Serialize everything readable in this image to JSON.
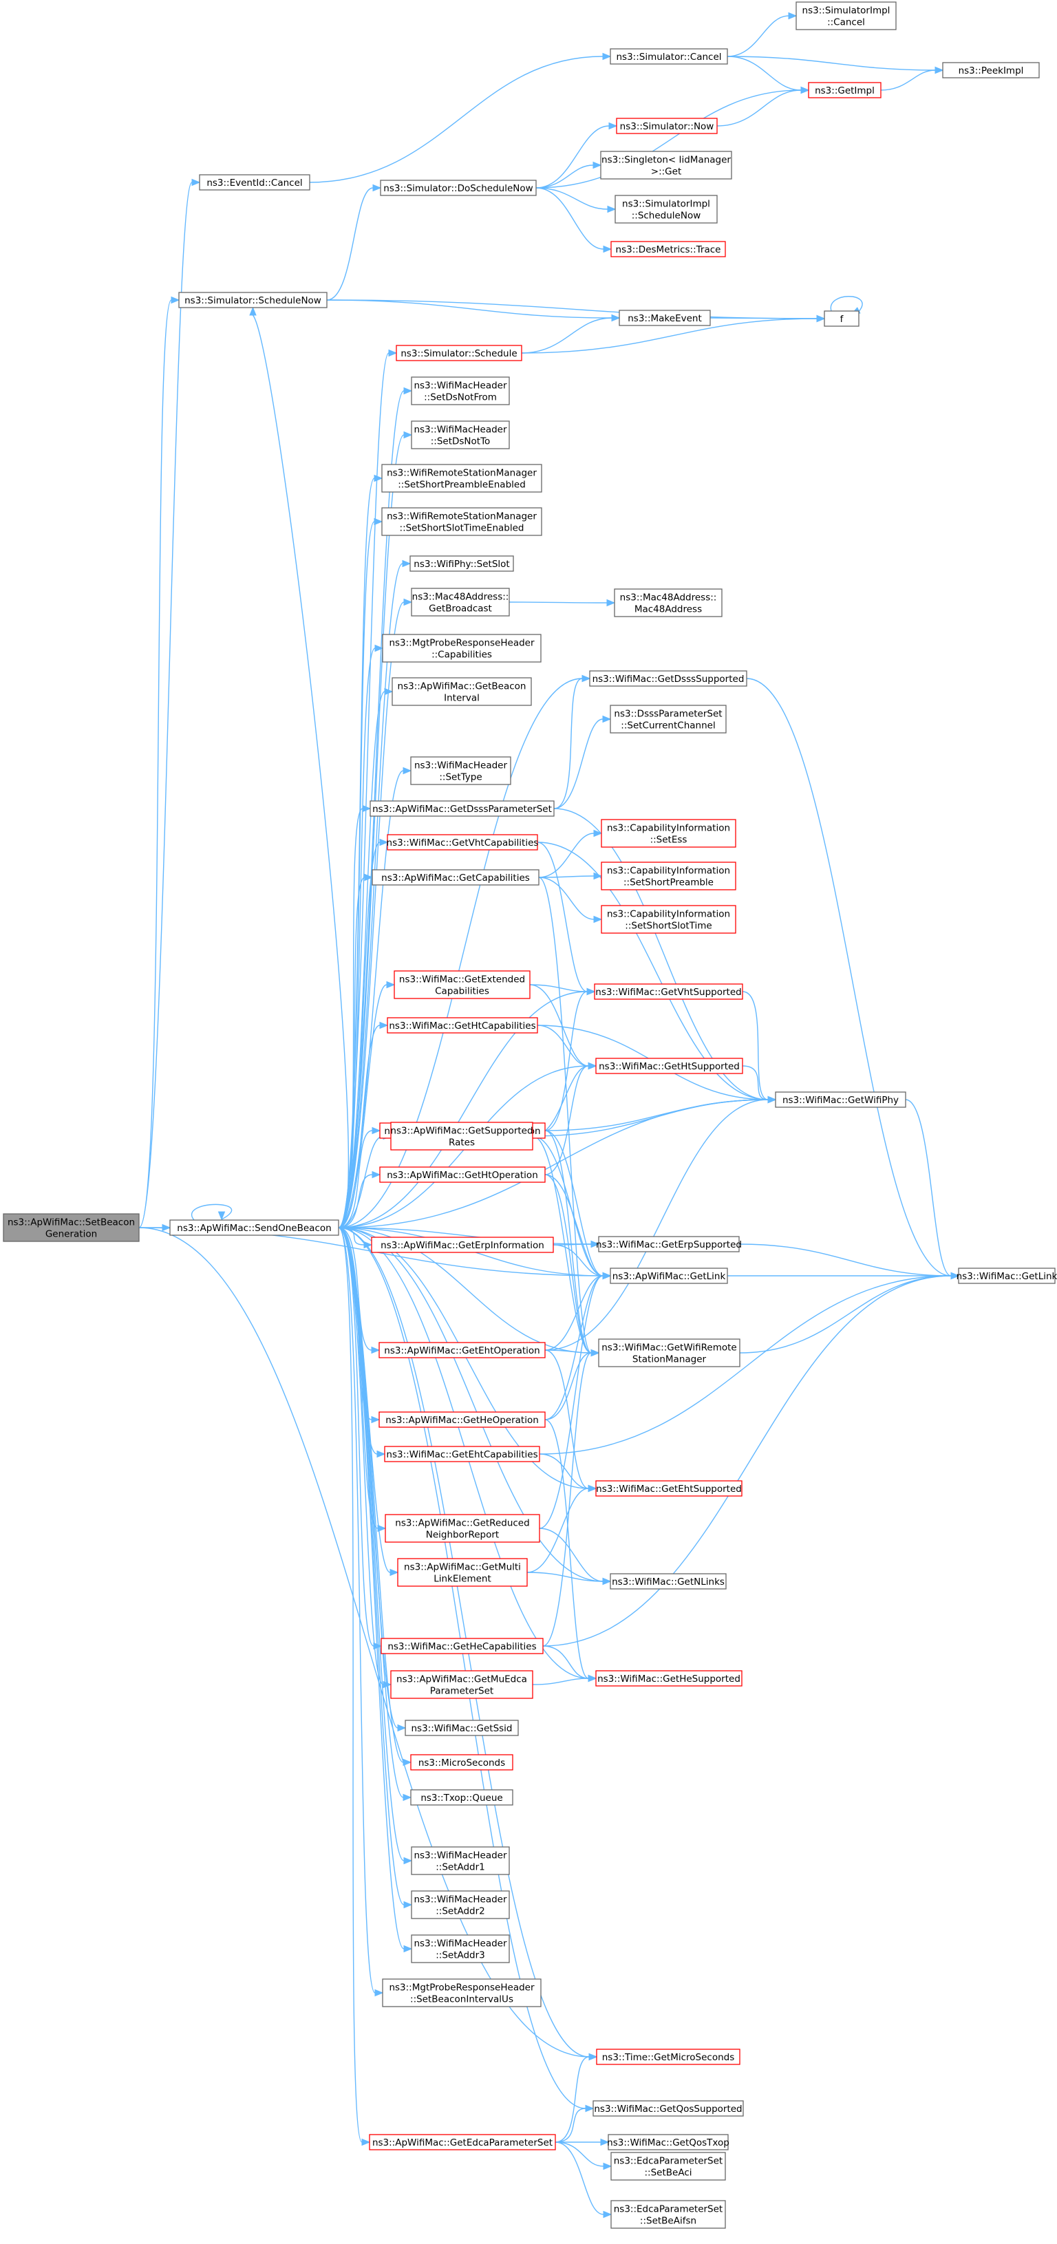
{
  "nodes": [
    {
      "id": "root",
      "lines": [
        "ns3::ApWifiMac::SetBeacon",
        "Generation"
      ],
      "style": "root"
    },
    {
      "id": "send",
      "lines": [
        "ns3::ApWifiMac::SendOneBeacon"
      ],
      "style": "normal"
    },
    {
      "id": "eventcancel",
      "lines": [
        "ns3::EventId::Cancel"
      ],
      "style": "normal"
    },
    {
      "id": "schednow",
      "lines": [
        "ns3::Simulator::ScheduleNow"
      ],
      "style": "normal"
    },
    {
      "id": "simcancel",
      "lines": [
        "ns3::Simulator::Cancel"
      ],
      "style": "normal"
    },
    {
      "id": "doschednow",
      "lines": [
        "ns3::Simulator::DoScheduleNow"
      ],
      "style": "normal"
    },
    {
      "id": "implcancel",
      "lines": [
        "ns3::SimulatorImpl",
        "::Cancel"
      ],
      "style": "normal"
    },
    {
      "id": "peekimpl",
      "lines": [
        "ns3::PeekImpl"
      ],
      "style": "normal"
    },
    {
      "id": "getimpl",
      "lines": [
        "ns3::GetImpl"
      ],
      "style": "red"
    },
    {
      "id": "simnow",
      "lines": [
        "ns3::Simulator::Now"
      ],
      "style": "red"
    },
    {
      "id": "singleton",
      "lines": [
        "ns3::Singleton< IidManager",
        ">::Get"
      ],
      "style": "normal"
    },
    {
      "id": "implschednow",
      "lines": [
        "ns3::SimulatorImpl",
        "::ScheduleNow"
      ],
      "style": "normal"
    },
    {
      "id": "desmetrics",
      "lines": [
        "ns3::DesMetrics::Trace"
      ],
      "style": "red"
    },
    {
      "id": "f",
      "lines": [
        "f"
      ],
      "style": "normal"
    },
    {
      "id": "makeevent",
      "lines": [
        "ns3::MakeEvent"
      ],
      "style": "normal"
    },
    {
      "id": "simschedule",
      "lines": [
        "ns3::Simulator::Schedule"
      ],
      "style": "red"
    },
    {
      "id": "setdsnotfrom",
      "lines": [
        "ns3::WifiMacHeader",
        "::SetDsNotFrom"
      ],
      "style": "normal"
    },
    {
      "id": "setdsnotto",
      "lines": [
        "ns3::WifiMacHeader",
        "::SetDsNotTo"
      ],
      "style": "normal"
    },
    {
      "id": "setshortpre",
      "lines": [
        "ns3::WifiRemoteStationManager",
        "::SetShortPreambleEnabled"
      ],
      "style": "normal"
    },
    {
      "id": "setshortslot",
      "lines": [
        "ns3::WifiRemoteStationManager",
        "::SetShortSlotTimeEnabled"
      ],
      "style": "normal"
    },
    {
      "id": "setslot",
      "lines": [
        "ns3::WifiPhy::SetSlot"
      ],
      "style": "normal"
    },
    {
      "id": "getbroadcast",
      "lines": [
        "ns3::Mac48Address::",
        "GetBroadcast"
      ],
      "style": "normal"
    },
    {
      "id": "mac48",
      "lines": [
        "ns3::Mac48Address::",
        "Mac48Address"
      ],
      "style": "normal"
    },
    {
      "id": "mgtcap",
      "lines": [
        "ns3::MgtProbeResponseHeader",
        "::Capabilities"
      ],
      "style": "normal"
    },
    {
      "id": "getbeaconint",
      "lines": [
        "ns3::ApWifiMac::GetBeacon",
        "Interval"
      ],
      "style": "normal"
    },
    {
      "id": "getdsss",
      "lines": [
        "ns3::WifiMac::GetDsssSupported"
      ],
      "style": "normal"
    },
    {
      "id": "setcurch",
      "lines": [
        "ns3::DsssParameterSet",
        "::SetCurrentChannel"
      ],
      "style": "normal"
    },
    {
      "id": "settype",
      "lines": [
        "ns3::WifiMacHeader",
        "::SetType"
      ],
      "style": "normal"
    },
    {
      "id": "getdssspset",
      "lines": [
        "ns3::ApWifiMac::GetDsssParameterSet"
      ],
      "style": "normal"
    },
    {
      "id": "getvhtcap",
      "lines": [
        "ns3::WifiMac::GetVhtCapabilities"
      ],
      "style": "red"
    },
    {
      "id": "setess",
      "lines": [
        "ns3::CapabilityInformation",
        "::SetEss"
      ],
      "style": "red"
    },
    {
      "id": "getcap",
      "lines": [
        "ns3::ApWifiMac::GetCapabilities"
      ],
      "style": "normal"
    },
    {
      "id": "setshortpreamble",
      "lines": [
        "ns3::CapabilityInformation",
        "::SetShortPreamble"
      ],
      "style": "red"
    },
    {
      "id": "setshortslottime",
      "lines": [
        "ns3::CapabilityInformation",
        "::SetShortSlotTime"
      ],
      "style": "red"
    },
    {
      "id": "getextcap",
      "lines": [
        "ns3::WifiMac::GetExtended",
        "Capabilities"
      ],
      "style": "red"
    },
    {
      "id": "getvhtsup",
      "lines": [
        "ns3::WifiMac::GetVhtSupported"
      ],
      "style": "red"
    },
    {
      "id": "gethtcap",
      "lines": [
        "ns3::WifiMac::GetHtCapabilities"
      ],
      "style": "red"
    },
    {
      "id": "gethtsup",
      "lines": [
        "ns3::WifiMac::GetHtSupported"
      ],
      "style": "red"
    },
    {
      "id": "getvhtop",
      "lines": [
        "ns3::ApWifiMac::GetVhtOperation"
      ],
      "style": "red"
    },
    {
      "id": "getwifiphy",
      "lines": [
        "ns3::WifiMac::GetWifiPhy"
      ],
      "style": "normal"
    },
    {
      "id": "getsuprates",
      "lines": [
        "ns3::ApWifiMac::GetSupported",
        "Rates"
      ],
      "style": "red"
    },
    {
      "id": "gethtop",
      "lines": [
        "ns3::ApWifiMac::GetHtOperation"
      ],
      "style": "red"
    },
    {
      "id": "geterpinfo",
      "lines": [
        "ns3::ApWifiMac::GetErpInformation"
      ],
      "style": "red"
    },
    {
      "id": "geterpsup",
      "lines": [
        "ns3::WifiMac::GetErpSupported"
      ],
      "style": "normal"
    },
    {
      "id": "aplink",
      "lines": [
        "ns3::ApWifiMac::GetLink"
      ],
      "style": "normal"
    },
    {
      "id": "wmlink",
      "lines": [
        "ns3::WifiMac::GetLink"
      ],
      "style": "normal"
    },
    {
      "id": "getehtop",
      "lines": [
        "ns3::ApWifiMac::GetEhtOperation"
      ],
      "style": "red"
    },
    {
      "id": "getrsm",
      "lines": [
        "ns3::WifiMac::GetWifiRemote",
        "StationManager"
      ],
      "style": "normal"
    },
    {
      "id": "getheop",
      "lines": [
        "ns3::ApWifiMac::GetHeOperation"
      ],
      "style": "red"
    },
    {
      "id": "getehtcap",
      "lines": [
        "ns3::WifiMac::GetEhtCapabilities"
      ],
      "style": "red"
    },
    {
      "id": "getehtsup",
      "lines": [
        "ns3::WifiMac::GetEhtSupported"
      ],
      "style": "red"
    },
    {
      "id": "getreduced",
      "lines": [
        "ns3::ApWifiMac::GetReduced",
        "NeighborReport"
      ],
      "style": "red"
    },
    {
      "id": "getmultilink",
      "lines": [
        "ns3::ApWifiMac::GetMulti",
        "LinkElement"
      ],
      "style": "red"
    },
    {
      "id": "getnlinks",
      "lines": [
        "ns3::WifiMac::GetNLinks"
      ],
      "style": "normal"
    },
    {
      "id": "gethecap",
      "lines": [
        "ns3::WifiMac::GetHeCapabilities"
      ],
      "style": "red"
    },
    {
      "id": "getmuedca",
      "lines": [
        "ns3::ApWifiMac::GetMuEdca",
        "ParameterSet"
      ],
      "style": "red"
    },
    {
      "id": "gethesup",
      "lines": [
        "ns3::WifiMac::GetHeSupported"
      ],
      "style": "red"
    },
    {
      "id": "getssid",
      "lines": [
        "ns3::WifiMac::GetSsid"
      ],
      "style": "normal"
    },
    {
      "id": "microsec",
      "lines": [
        "ns3::MicroSeconds"
      ],
      "style": "red"
    },
    {
      "id": "txopqueue",
      "lines": [
        "ns3::Txop::Queue"
      ],
      "style": "normal"
    },
    {
      "id": "setaddr1",
      "lines": [
        "ns3::WifiMacHeader",
        "::SetAddr1"
      ],
      "style": "normal"
    },
    {
      "id": "setaddr2",
      "lines": [
        "ns3::WifiMacHeader",
        "::SetAddr2"
      ],
      "style": "normal"
    },
    {
      "id": "setaddr3",
      "lines": [
        "ns3::WifiMacHeader",
        "::SetAddr3"
      ],
      "style": "normal"
    },
    {
      "id": "setbeaconintus",
      "lines": [
        "ns3::MgtProbeResponseHeader",
        "::SetBeaconIntervalUs"
      ],
      "style": "normal"
    },
    {
      "id": "getmicrosec",
      "lines": [
        "ns3::Time::GetMicroSeconds"
      ],
      "style": "red"
    },
    {
      "id": "getqossup",
      "lines": [
        "ns3::WifiMac::GetQosSupported"
      ],
      "style": "normal"
    },
    {
      "id": "getedca",
      "lines": [
        "ns3::ApWifiMac::GetEdcaParameterSet"
      ],
      "style": "red"
    },
    {
      "id": "getqostxop",
      "lines": [
        "ns3::WifiMac::GetQosTxop"
      ],
      "style": "normal"
    },
    {
      "id": "setbeaci",
      "lines": [
        "ns3::EdcaParameterSet",
        "::SetBeAci"
      ],
      "style": "normal"
    },
    {
      "id": "setbeaifsn",
      "lines": [
        "ns3::EdcaParameterSet",
        "::SetBeAifsn"
      ],
      "style": "normal"
    }
  ],
  "edges": [
    [
      "root",
      "send"
    ],
    [
      "root",
      "eventcancel"
    ],
    [
      "root",
      "schednow"
    ],
    [
      "root",
      "aplink"
    ],
    [
      "root",
      "getmicrosec"
    ],
    [
      "eventcancel",
      "simcancel"
    ],
    [
      "schednow",
      "doschednow"
    ],
    [
      "schednow",
      "makeevent"
    ],
    [
      "schednow",
      "f"
    ],
    [
      "simcancel",
      "implcancel"
    ],
    [
      "simcancel",
      "peekimpl"
    ],
    [
      "simcancel",
      "getimpl"
    ],
    [
      "doschednow",
      "getimpl"
    ],
    [
      "doschednow",
      "simnow"
    ],
    [
      "doschednow",
      "singleton"
    ],
    [
      "doschednow",
      "implschednow"
    ],
    [
      "doschednow",
      "desmetrics"
    ],
    [
      "getimpl",
      "peekimpl"
    ],
    [
      "simnow",
      "getimpl"
    ],
    [
      "makeevent",
      "f"
    ],
    [
      "f",
      "f"
    ],
    [
      "simschedule",
      "makeevent"
    ],
    [
      "simschedule",
      "f"
    ],
    [
      "getbroadcast",
      "mac48"
    ],
    [
      "getdssspset",
      "getdsss"
    ],
    [
      "getdssspset",
      "setcurch"
    ],
    [
      "getdssspset",
      "getwifiphy"
    ],
    [
      "getdsss",
      "wmlink"
    ],
    [
      "getvhtcap",
      "getwifiphy"
    ],
    [
      "getvhtcap",
      "getvhtsup"
    ],
    [
      "getcap",
      "setess"
    ],
    [
      "getcap",
      "setshortpreamble"
    ],
    [
      "getcap",
      "setshortslottime"
    ],
    [
      "getcap",
      "getrsm"
    ],
    [
      "getextcap",
      "getvhtsup"
    ],
    [
      "getextcap",
      "gethtsup"
    ],
    [
      "getvhtsup",
      "getwifiphy"
    ],
    [
      "gethtcap",
      "gethtsup"
    ],
    [
      "gethtcap",
      "getwifiphy"
    ],
    [
      "gethtsup",
      "getwifiphy"
    ],
    [
      "getvhtop",
      "getvhtsup"
    ],
    [
      "getvhtop",
      "getwifiphy"
    ],
    [
      "getvhtop",
      "aplink"
    ],
    [
      "getvhtop",
      "getrsm"
    ],
    [
      "getsuprates",
      "gethtsup"
    ],
    [
      "getsuprates",
      "getwifiphy"
    ],
    [
      "getsuprates",
      "aplink"
    ],
    [
      "getsuprates",
      "getrsm"
    ],
    [
      "gethtop",
      "gethtsup"
    ],
    [
      "gethtop",
      "aplink"
    ],
    [
      "gethtop",
      "getrsm"
    ],
    [
      "getwifiphy",
      "wmlink"
    ],
    [
      "geterpinfo",
      "geterpsup"
    ],
    [
      "geterpinfo",
      "aplink"
    ],
    [
      "geterpsup",
      "wmlink"
    ],
    [
      "aplink",
      "wmlink"
    ],
    [
      "getehtop",
      "aplink"
    ],
    [
      "getehtop",
      "getrsm"
    ],
    [
      "getehtop",
      "getwifiphy"
    ],
    [
      "getehtop",
      "getehtsup"
    ],
    [
      "getrsm",
      "wmlink"
    ],
    [
      "getheop",
      "aplink"
    ],
    [
      "getheop",
      "getrsm"
    ],
    [
      "getheop",
      "gethesup"
    ],
    [
      "getehtcap",
      "getehtsup"
    ],
    [
      "getehtcap",
      "wmlink"
    ],
    [
      "getreduced",
      "aplink"
    ],
    [
      "getreduced",
      "getnlinks"
    ],
    [
      "getmultilink",
      "getehtsup"
    ],
    [
      "getmultilink",
      "getnlinks"
    ],
    [
      "gethecap",
      "gethesup"
    ],
    [
      "gethecap",
      "wmlink"
    ],
    [
      "gethecap",
      "getrsm"
    ],
    [
      "getmuedca",
      "gethesup"
    ],
    [
      "getedca",
      "getmicrosec"
    ],
    [
      "getedca",
      "getqossup"
    ],
    [
      "getedca",
      "getqostxop"
    ],
    [
      "getedca",
      "setbeaci"
    ],
    [
      "getedca",
      "setbeaifsn"
    ],
    [
      "send",
      "send"
    ],
    [
      "send",
      "schednow"
    ],
    [
      "send",
      "simschedule"
    ],
    [
      "send",
      "setdsnotfrom"
    ],
    [
      "send",
      "setdsnotto"
    ],
    [
      "send",
      "setshortpre"
    ],
    [
      "send",
      "setshortslot"
    ],
    [
      "send",
      "setslot"
    ],
    [
      "send",
      "getbroadcast"
    ],
    [
      "send",
      "mgtcap"
    ],
    [
      "send",
      "getbeaconint"
    ],
    [
      "send",
      "getdsss"
    ],
    [
      "send",
      "settype"
    ],
    [
      "send",
      "getdssspset"
    ],
    [
      "send",
      "getvhtcap"
    ],
    [
      "send",
      "getcap"
    ],
    [
      "send",
      "getwifiphy"
    ],
    [
      "send",
      "getextcap"
    ],
    [
      "send",
      "getvhtsup"
    ],
    [
      "send",
      "gethtcap"
    ],
    [
      "send",
      "gethtsup"
    ],
    [
      "send",
      "getvhtop"
    ],
    [
      "send",
      "getsuprates"
    ],
    [
      "send",
      "gethtop"
    ],
    [
      "send",
      "geterpinfo"
    ],
    [
      "send",
      "geterpsup"
    ],
    [
      "send",
      "aplink"
    ],
    [
      "send",
      "getehtop"
    ],
    [
      "send",
      "getrsm"
    ],
    [
      "send",
      "getheop"
    ],
    [
      "send",
      "getehtcap"
    ],
    [
      "send",
      "getehtsup"
    ],
    [
      "send",
      "getreduced"
    ],
    [
      "send",
      "getmultilink"
    ],
    [
      "send",
      "getnlinks"
    ],
    [
      "send",
      "gethecap"
    ],
    [
      "send",
      "getmuedca"
    ],
    [
      "send",
      "gethesup"
    ],
    [
      "send",
      "getssid"
    ],
    [
      "send",
      "microsec"
    ],
    [
      "send",
      "txopqueue"
    ],
    [
      "send",
      "setaddr1"
    ],
    [
      "send",
      "setaddr2"
    ],
    [
      "send",
      "setaddr3"
    ],
    [
      "send",
      "setbeaconintus"
    ],
    [
      "send",
      "getmicrosec"
    ],
    [
      "send",
      "getqossup"
    ],
    [
      "send",
      "getedca"
    ]
  ]
}
